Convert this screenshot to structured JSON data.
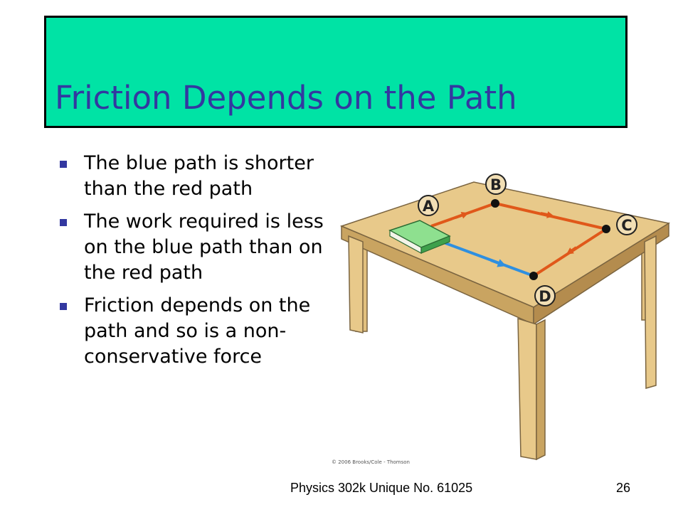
{
  "title": "Friction Depends on the Path",
  "bullets": [
    "The blue path is shorter than the red path",
    "The work required is less on the blue path than on the red path",
    "Friction depends on the path and so is a non-conservative force"
  ],
  "figure": {
    "point_labels": [
      "A",
      "B",
      "C",
      "D"
    ],
    "copyright": "© 2006 Brooks/Cole - Thomson"
  },
  "footer": {
    "course": "Physics 302k Unique No. 61025",
    "page_number": "26"
  },
  "colors": {
    "title_bar": "#00e3a5",
    "title_text": "#3338a0",
    "red_path": "#e0581a",
    "blue_path": "#2e8fe0",
    "table_top": "#e8c98a",
    "book": "#5cc46a"
  }
}
